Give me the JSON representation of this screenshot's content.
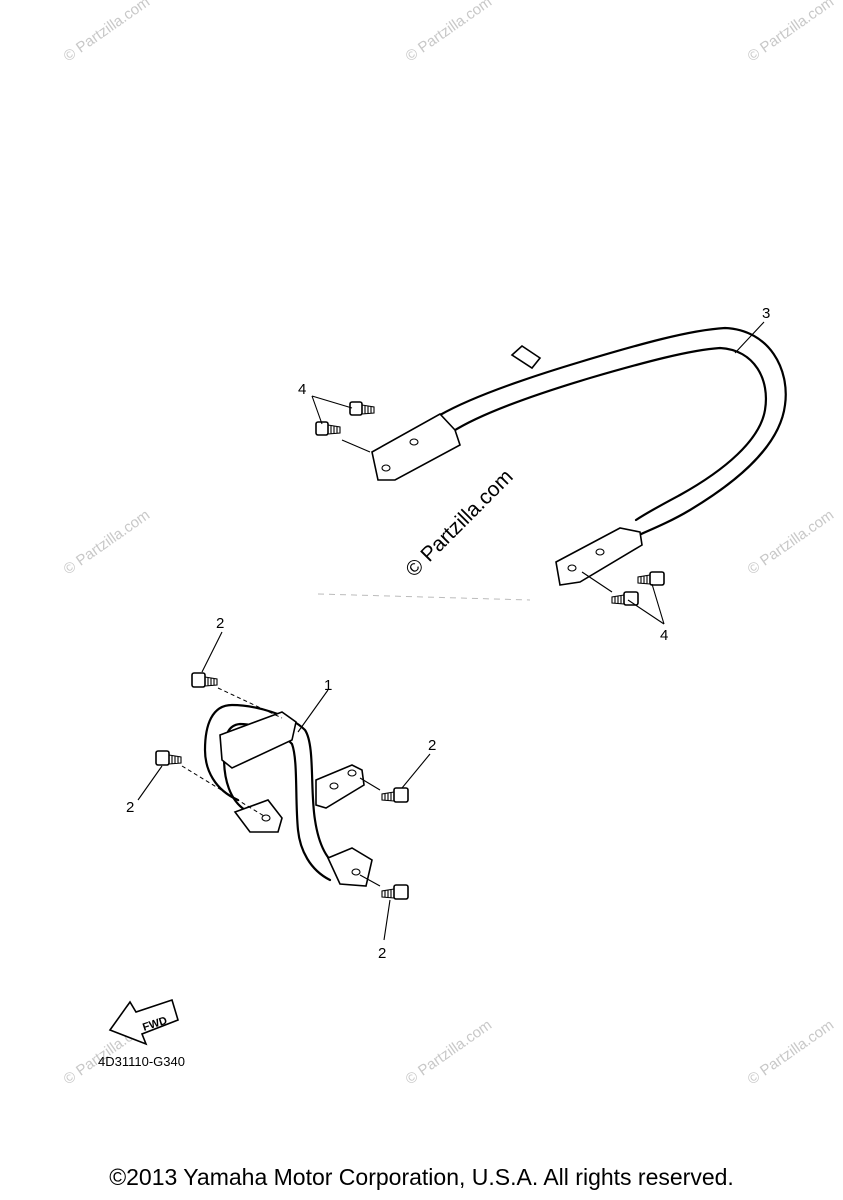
{
  "watermark": {
    "text": "© Partzilla.com",
    "center_text": "© Partzilla.com"
  },
  "callouts": {
    "c1": "1",
    "c2a": "2",
    "c2b": "2",
    "c2c": "2",
    "c2d": "2",
    "c3": "3",
    "c4a": "4",
    "c4b": "4"
  },
  "fwd_label": "FWD",
  "diagram_code": "4D31110-G340",
  "copyright": "©2013 Yamaha Motor Corporation, U.S.A. All rights reserved."
}
